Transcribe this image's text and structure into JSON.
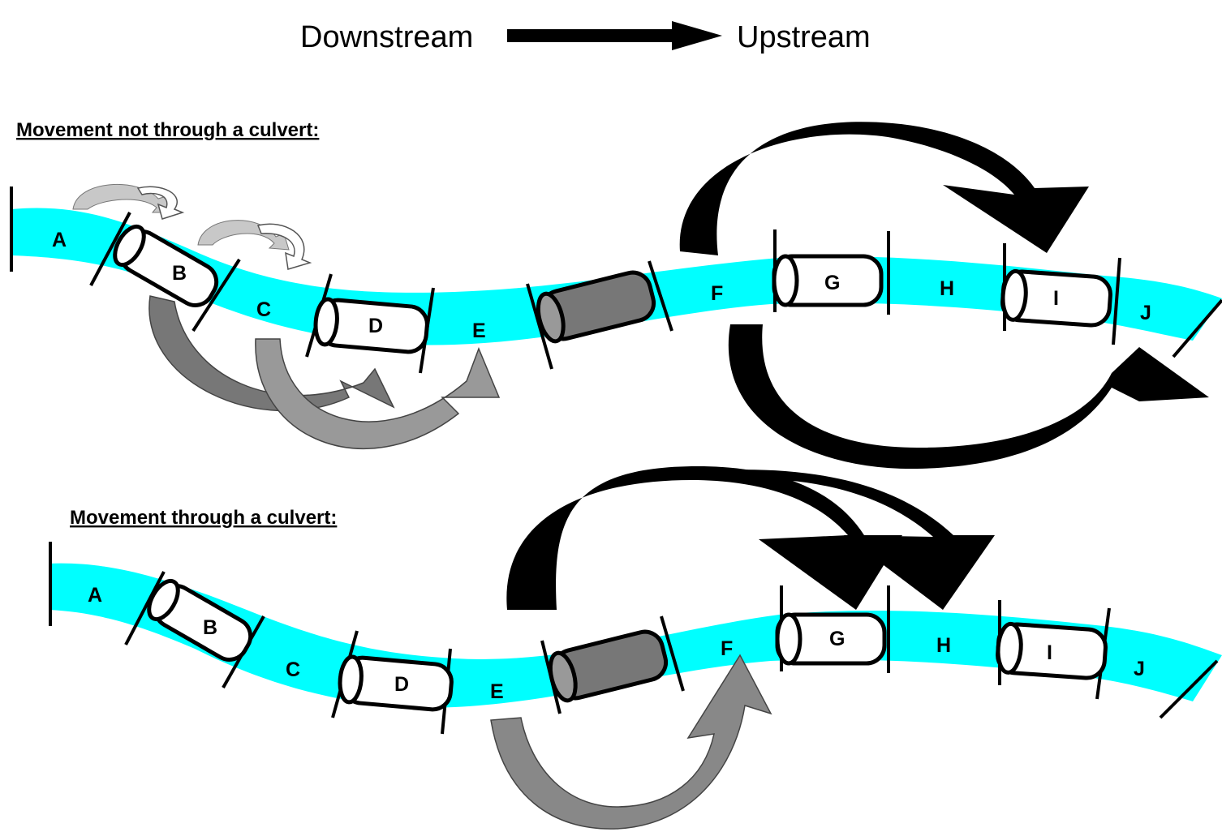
{
  "legend": {
    "left_label": "Downstream",
    "right_label": "Upstream"
  },
  "colors": {
    "stream": "#00ffff",
    "arrow_dark": "#000000",
    "arrow_mid": "#777777",
    "arrow_light": "#a0a0a0",
    "arrow_pale": "#c8c8c8",
    "culvert_blocked": "#777777",
    "culvert_open": "#ffffff"
  },
  "sections": [
    {
      "title": "Movement not through a culvert:",
      "segments": [
        "A",
        "B",
        "C",
        "D",
        "E",
        "F",
        "G",
        "H",
        "I",
        "J"
      ]
    },
    {
      "title": "Movement through a culvert:",
      "segments": [
        "A",
        "B",
        "C",
        "D",
        "E",
        "F",
        "G",
        "H",
        "I",
        "J"
      ]
    }
  ]
}
